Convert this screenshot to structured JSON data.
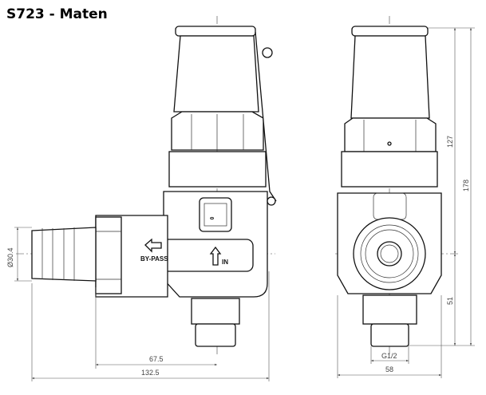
{
  "title": "S723 - Maten",
  "labels": {
    "bypass": "BY-PASS",
    "in": "IN"
  },
  "dimensions": {
    "hose_diameter": "Ø30.4",
    "width_to_center": "67.5",
    "total_width": "132.5",
    "upper_height": "127",
    "total_height": "178",
    "lower_height": "51",
    "thread": "G1/2",
    "front_width": "58"
  }
}
